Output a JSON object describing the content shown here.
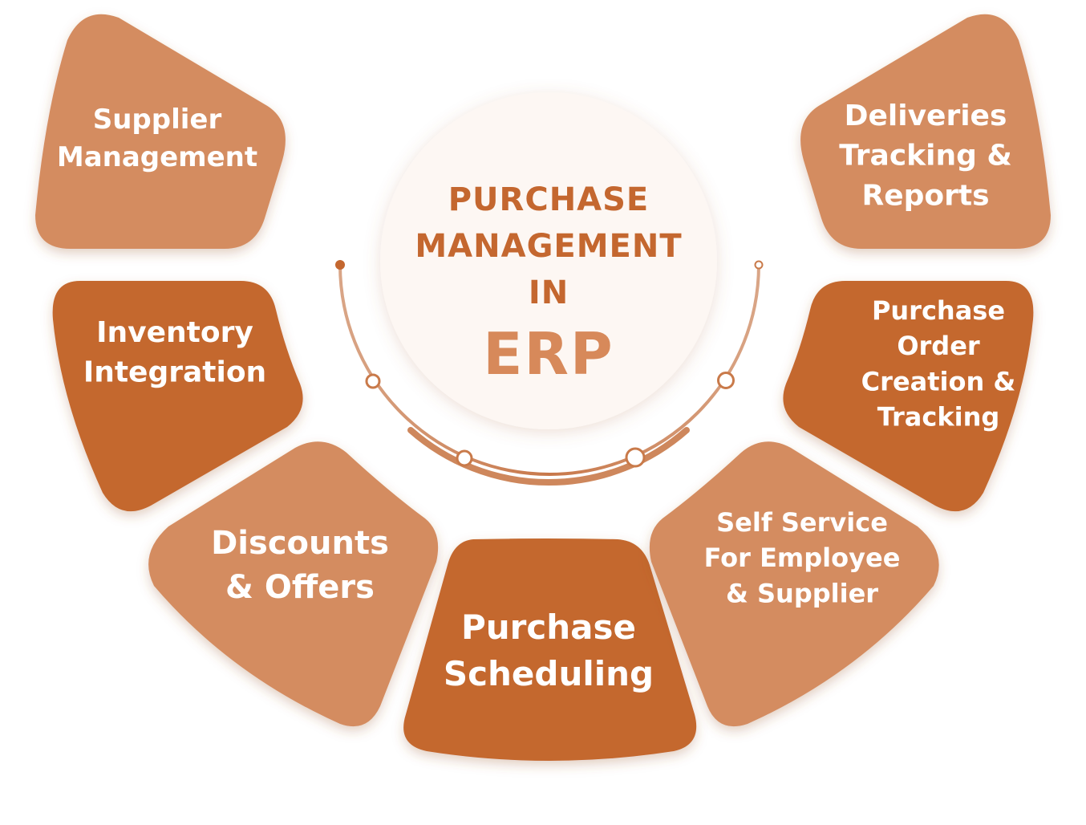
{
  "center": {
    "lines": [
      "PURCHASE",
      "MANAGEMENT",
      "IN"
    ],
    "emphasis": "ERP"
  },
  "segments": [
    {
      "id": "supplier-management",
      "lines": [
        "Supplier",
        "Management"
      ],
      "tone": "light"
    },
    {
      "id": "inventory-integration",
      "lines": [
        "Inventory",
        "Integration"
      ],
      "tone": "dark"
    },
    {
      "id": "discounts-offers",
      "lines": [
        "Discounts",
        "& Offers"
      ],
      "tone": "light"
    },
    {
      "id": "purchase-scheduling",
      "lines": [
        "Purchase",
        "Scheduling"
      ],
      "tone": "dark"
    },
    {
      "id": "self-service",
      "lines": [
        "Self Service",
        "For Employee",
        "& Supplier"
      ],
      "tone": "light"
    },
    {
      "id": "purchase-order",
      "lines": [
        "Purchase",
        "Order",
        "Creation &",
        "Tracking"
      ],
      "tone": "dark"
    },
    {
      "id": "deliveries-tracking",
      "lines": [
        "Deliveries",
        "Tracking &",
        "Reports"
      ],
      "tone": "light"
    }
  ],
  "colors": {
    "light": "#d48c61",
    "dark": "#c4672f",
    "arc": "#c97a4a",
    "center_fill": "#fdf7f3",
    "center_text": "#c4672f",
    "center_emphasis": "#d7895a"
  }
}
